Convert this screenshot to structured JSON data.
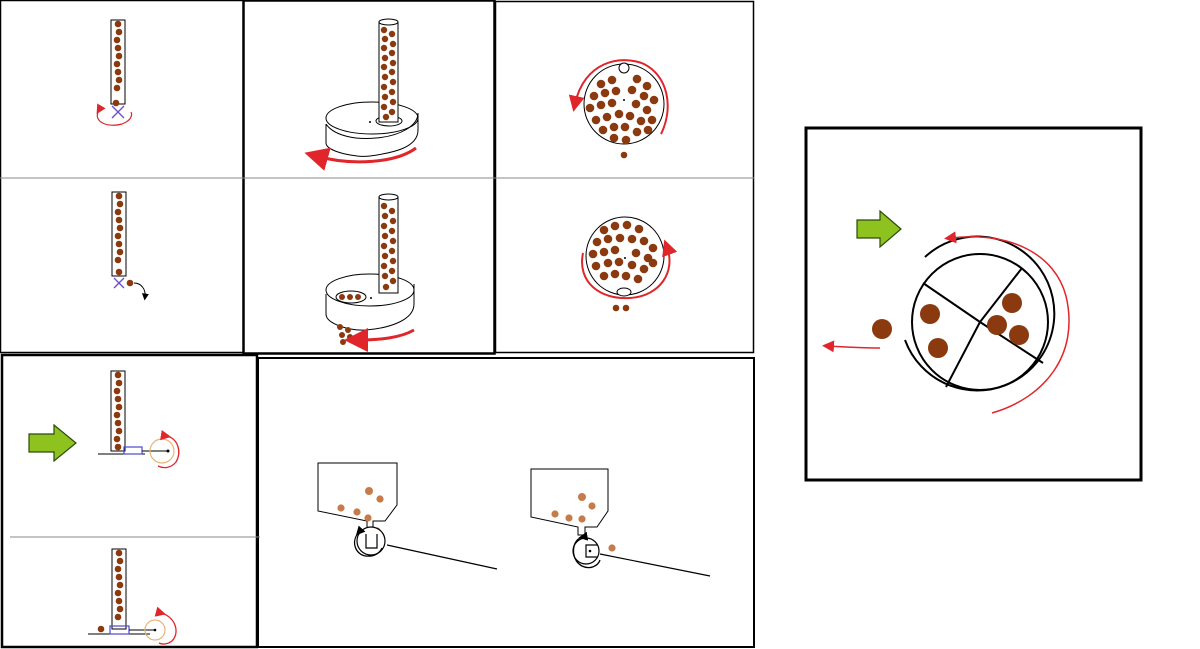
{
  "colors": {
    "background": "#ffffff",
    "frame": "#000000",
    "divider": "#8a8a8a",
    "bead_fill": "#8b3a0f",
    "bead_light": "#c67b4a",
    "rotation_arrow": "#e0262b",
    "pointer_arrow": "#8dc21f",
    "pointer_arrow_stroke": "#2c4a0a",
    "cross_mark": "#6a4fc9",
    "stopper": "#4a4acb",
    "wheel_outline": "#e8b47a"
  },
  "icons": {
    "panel_1": [
      "vertical-tube",
      "bead-column",
      "cross-mark-icon",
      "rotation-arrow-icon"
    ],
    "panel_2": [
      "vertical-tube",
      "bead-column",
      "cross-mark-icon",
      "drop-arrow-icon"
    ],
    "panel_3": [
      "tube-on-rotating-disk",
      "rotation-arrow-icon"
    ],
    "panel_4": [
      "tube-on-rotating-disk",
      "dropped-beads",
      "rotation-arrow-icon"
    ],
    "panel_5": [
      "circular-bead-dispenser-top-view",
      "rotation-arrow-icon"
    ],
    "panel_6": [
      "circular-bead-dispenser-top-view",
      "rotation-arrow-icon",
      "dropped-beads"
    ],
    "panel_7": [
      "green-pointer-arrow-icon",
      "vertical-tube",
      "slider-plunger",
      "crank-wheel",
      "rotation-arrow-icon"
    ],
    "panel_8": [
      "vertical-tube",
      "slider-plunger",
      "crank-wheel",
      "rotation-arrow-icon",
      "ejected-bead"
    ],
    "panel_9": [
      "hopper-with-notched-wheel",
      "ramp",
      "hopper-with-notched-wheel-rotated"
    ],
    "panel_10": [
      "green-pointer-arrow-icon",
      "segmented-rotor",
      "rotation-arrow-icon",
      "ejected-bead",
      "exit-arrow-icon"
    ]
  }
}
